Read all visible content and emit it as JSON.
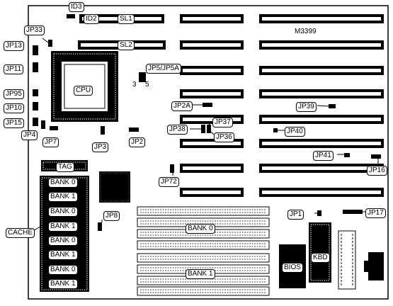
{
  "board": {
    "model": "M3399",
    "cpu": "CPU",
    "cache_label": "CACHE",
    "tag_label": "TAG",
    "cache_banks": [
      "BANK 0",
      "BANK 1",
      "BANK 0",
      "BANK 1",
      "BANK 0",
      "BANK 1",
      "BANK 0",
      "BANK 1"
    ],
    "slot_labels": {
      "sl1": "SL1",
      "sl2": "SL2"
    },
    "memory_banks": {
      "upper": "BANK 0",
      "lower": "BANK 1"
    },
    "bios": "BIOS",
    "kbd": "KBD",
    "jp5_pins": {
      "left": "3",
      "right": "5"
    }
  },
  "jumpers": {
    "id3": "ID3",
    "id2": "ID2",
    "jp33": "JP33",
    "jp13": "JP13",
    "jp11": "JP11",
    "jp95": "JP95",
    "jp10": "JP10",
    "jp15": "JP15",
    "jp4": "JP4",
    "jp7": "JP7",
    "jp3": "JP3",
    "jp2": "JP2",
    "jp5": "JP5/JP5A",
    "jp2a": "JP2A",
    "jp37": "JP37",
    "jp38": "JP38",
    "jp36": "JP36",
    "jp39": "JP39",
    "jp40": "JP40",
    "jp41": "JP41",
    "jp16": "JP16",
    "jp72": "JP72",
    "jp8": "JP8",
    "jp1": "JP1",
    "jp17": "JP17"
  }
}
